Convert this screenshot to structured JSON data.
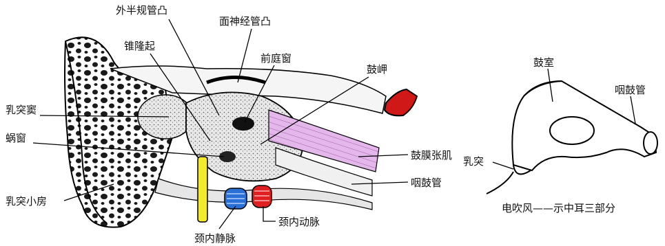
{
  "left_diagram": {
    "labels": {
      "lateral_semicircular_canal_prominence": "外半规管凸",
      "facial_canal_prominence": "面神经管凸",
      "pyramidal_eminence": "锥隆起",
      "oval_window": "前庭窗",
      "promontory": "鼓岬",
      "mastoid_antrum": "乳突窦",
      "round_window": "蜗窗",
      "tensor_tympani": "鼓膜张肌",
      "eustachian_tube": "咽鼓管",
      "mastoid_air_cells": "乳突小房",
      "internal_jugular_vein": "颈内静脉",
      "internal_carotid_artery": "颈内动脉"
    },
    "colors": {
      "vein": "#2a6fd6",
      "artery": "#e02020",
      "muscle": "#d9a6e0",
      "nerve": "#f2ea2a",
      "red_mark": "#d01818"
    }
  },
  "right_diagram": {
    "labels": {
      "tympanic_cavity": "鼓室",
      "eustachian_tube": "咽鼓管",
      "mastoid": "乳突"
    },
    "caption": "电吹风——示中耳三部分"
  }
}
